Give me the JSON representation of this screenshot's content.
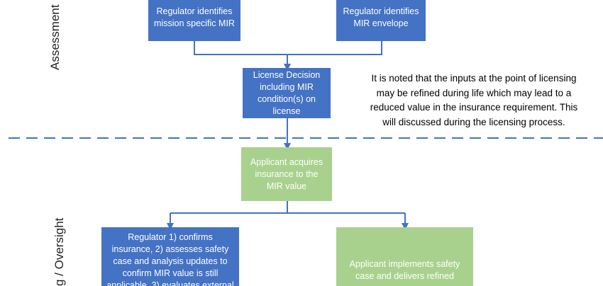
{
  "sections": {
    "assessment_label": "Assessment",
    "oversight_label": "g / Oversight"
  },
  "boxes": {
    "mission_mir": "Regulator identifies\nmission specific MIR",
    "mir_envelope": "Regulator identifies\nMIR envelope",
    "license_decision": "License Decision\nincluding MIR\ncondition(s) on\nlicense",
    "acquire_insurance": "Applicant acquires\ninsurance to the\nMIR value",
    "regulator_confirms": "Regulator 1) confirms\ninsurance, 2) assesses safety\ncase and analysis updates to\nconfirm MIR value is still\napplicable, 3) evaluates external",
    "applicant_implements": "Applicant implements safety\ncase and delivers refined"
  },
  "note": "It is noted that the inputs at the point of licensing\nmay be refined during life which may lead to a\nreduced value in the insurance requirement. This\nwill discussed during the licensing process.",
  "colors": {
    "blue_box": "#4472c4",
    "green_box": "#a9d18e",
    "connector": "#4472c4",
    "divider": "#4472c4"
  }
}
